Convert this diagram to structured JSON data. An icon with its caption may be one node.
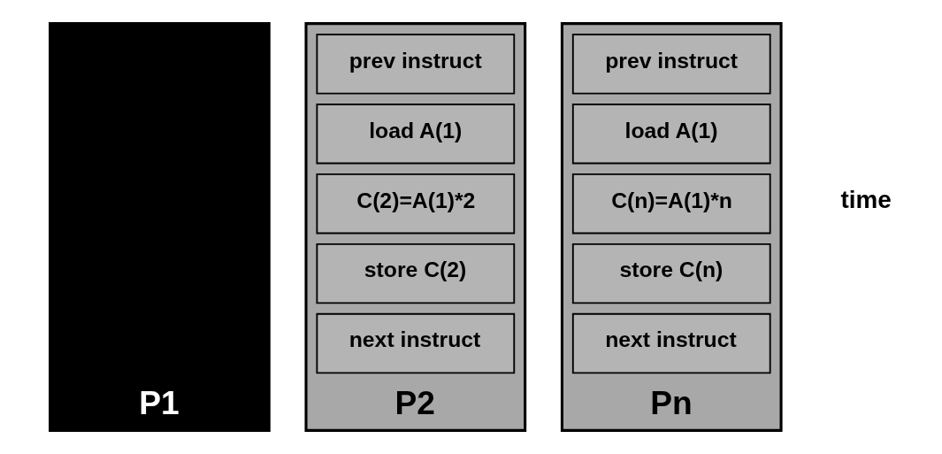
{
  "diagram": {
    "nodes": [
      {
        "text": [
          "P1"
        ]
      },
      {
        "text": [
          "P2"
        ]
      },
      {
        "text": [
          "prev instruct"
        ],
        "in": 1
      },
      {
        "text": [
          "load A(1)"
        ],
        "in": 1
      },
      {
        "text": [
          "C(2)=A(1)*2"
        ],
        "in": 1
      },
      {
        "text": [
          "store C(2)"
        ],
        "in": 1
      },
      {
        "text": [
          "next instruct"
        ],
        "in": 1
      },
      {
        "text": [
          "Pn"
        ]
      },
      {
        "text": [
          "prev instruct"
        ],
        "in": 7
      },
      {
        "text": [
          "load A(1)"
        ],
        "in": 7
      },
      {
        "text": [
          "C(n)=A(1)*n"
        ],
        "in": 7
      },
      {
        "text": [
          "store C(n)"
        ],
        "in": 7
      },
      {
        "text": [
          "next instruct"
        ],
        "in": 7
      }
    ],
    "labels": [
      "time"
    ]
  }
}
